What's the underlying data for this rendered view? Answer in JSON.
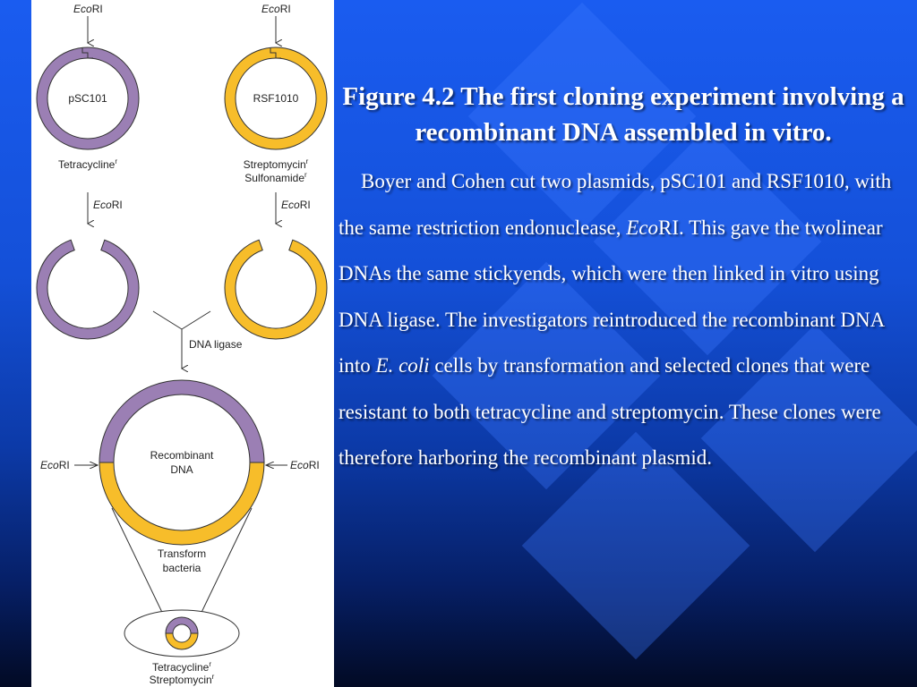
{
  "figure": {
    "enzyme_label_italic": "Eco",
    "enzyme_label_roman": "RI",
    "plasmid_left": "pSC101",
    "plasmid_right": "RSF1010",
    "left_marker": "Tetracycline",
    "right_marker_1": "Streptomycin",
    "right_marker_2": "Sulfonamide",
    "resistance_superscript": "r",
    "ligase_label": "DNA ligase",
    "recombinant_line1": "Recombinant",
    "recombinant_line2": "DNA",
    "transform_line1": "Transform",
    "transform_line2": "bacteria",
    "final_marker_1": "Tetracycline",
    "final_marker_2": "Streptomycin",
    "colors": {
      "purple": "#9b7fb4",
      "yellow": "#f7bd2a",
      "outline": "#333333"
    }
  },
  "slide": {
    "title": "Figure 4.2  The first cloning experiment involving a recombinant DNA assembled in vitro.",
    "body": {
      "p1": "Boyer and Cohen cut two plasmids, pSC101 and RSF1010, with the same restriction endonuclease, ",
      "eco_italic": "Eco",
      "p2": "RI. This gave the twolinear DNAs the same stickyends, which were then linked in vitro using DNA ligase. The investigators reintroduced the recombinant DNA into ",
      "ecoli_italic": "E. coli",
      "p3": " cells by transformation and selected clones that were resistant to both tetracycline and streptomycin. These clones were therefore harboring the recombinant plasmid."
    }
  }
}
